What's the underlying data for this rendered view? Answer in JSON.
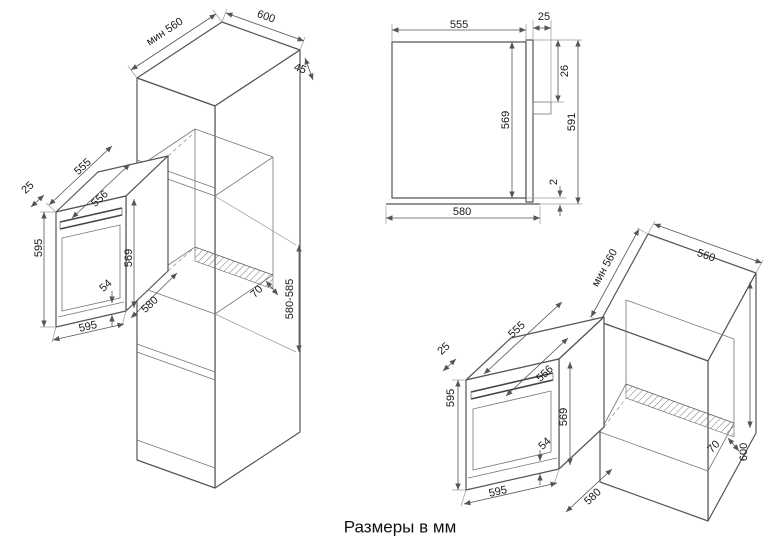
{
  "caption": "Размеры в мм",
  "tall_unit_view": {
    "min_depth": "мин 560",
    "cabinet_width": "600",
    "top_gap": "45",
    "niche_height_range": "580-585",
    "shelf_clearance": "70",
    "oven": {
      "front_lip": "25",
      "depth": "555",
      "door_width": "556",
      "front_height": "595",
      "body_height": "569",
      "plinth": "54",
      "front_width": "595",
      "body_width": "580"
    }
  },
  "front_view": {
    "body_width": "555",
    "handle_depth": "25",
    "handle_offset": "26",
    "body_height": "569",
    "overall_height": "591",
    "bottom_gap": "2",
    "overall_width": "580"
  },
  "base_unit_view": {
    "min_depth": "мин 560",
    "cabinet_width": "560",
    "niche_height": "600",
    "shelf_clearance": "70",
    "oven": {
      "front_lip": "25",
      "depth": "555",
      "door_width": "556",
      "front_height": "595",
      "body_height": "569",
      "plinth": "54",
      "front_width": "595",
      "body_width": "580"
    }
  }
}
